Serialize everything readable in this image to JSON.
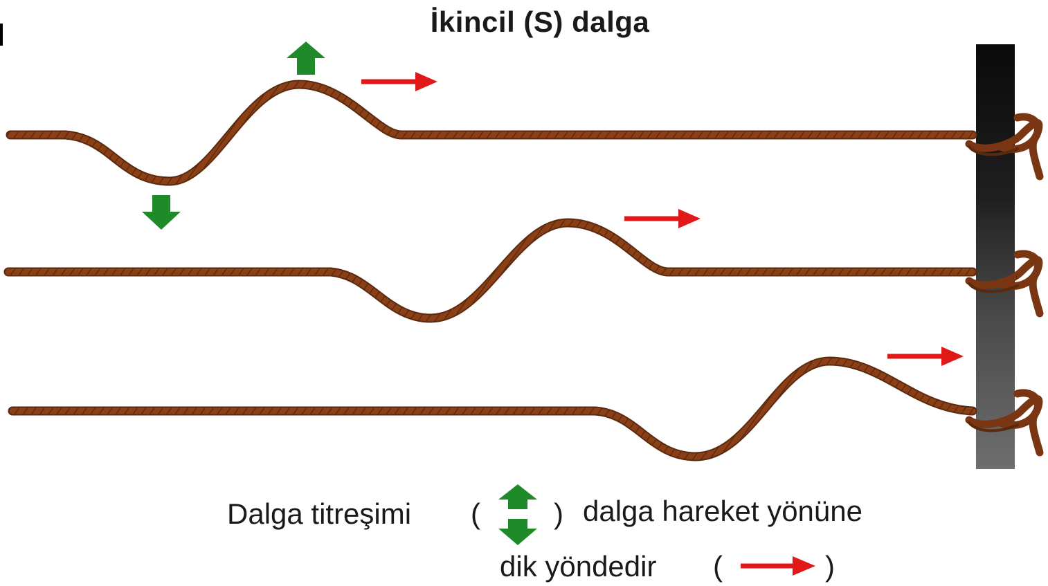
{
  "title": "İkincil (S) dalga",
  "legend": {
    "line1_before": "Dalga titreşimi",
    "paren_open": "(",
    "paren_close": ")",
    "line1_after": "dalga hareket yönüne",
    "line2": "dik yöndedir",
    "line2_paren_open": "(",
    "line2_paren_close": ")"
  },
  "icons": {
    "vibration": "green-up-down-arrow-icon",
    "propagation": "red-right-arrow-icon"
  },
  "colors": {
    "rope": "#8b3f17",
    "rope_dark": "#5a2a0e",
    "vibration_arrow": "#1e8a2a",
    "propagation_arrow": "#e01818",
    "post_top": "#0a0a0a",
    "post_bottom": "#6a6a6a"
  }
}
